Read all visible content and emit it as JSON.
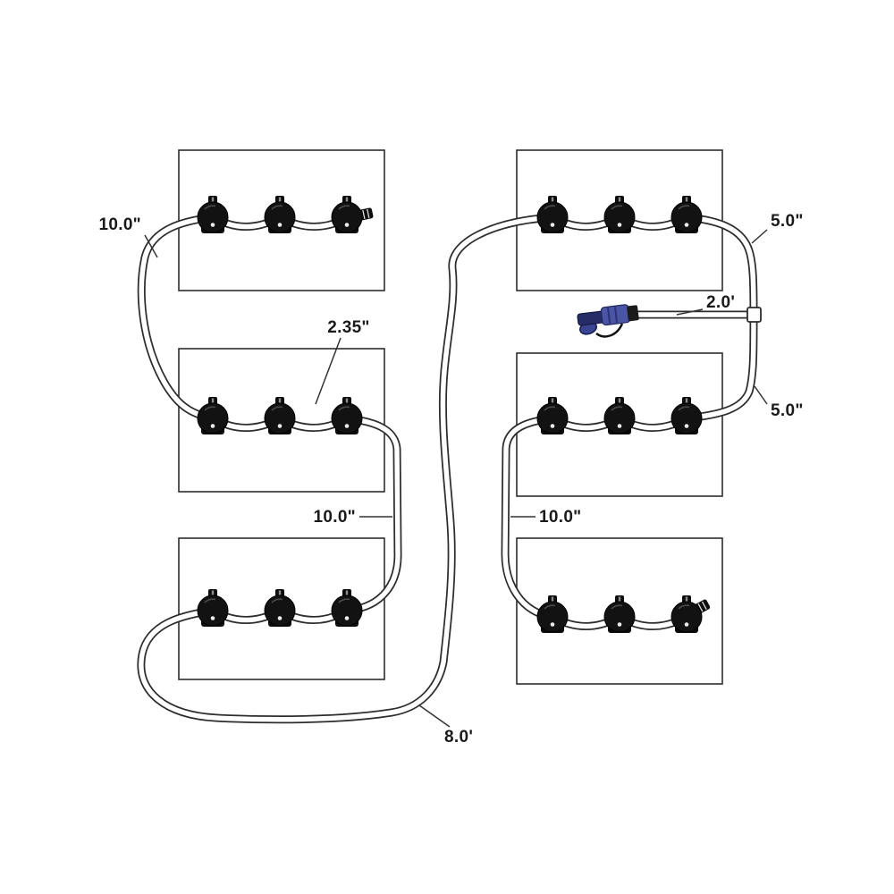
{
  "diagram": {
    "labels": {
      "loop_top_left": "10.0\"",
      "nozzle_spacing": "2.35\"",
      "riser_top_right": "5.0\"",
      "inlet_extension": "2.0'",
      "riser_mid_right": "5.0\"",
      "drop_left": "10.0\"",
      "drop_right": "10.0\"",
      "bottom_run": "8.0'"
    },
    "colors": {
      "line": "#2d2d2d",
      "tube_fill": "#ffffff",
      "head_black": "#121212",
      "connector_blue": "#4a55a5",
      "connector_navy": "#252c66",
      "label_text": "#1a1a1a"
    }
  }
}
